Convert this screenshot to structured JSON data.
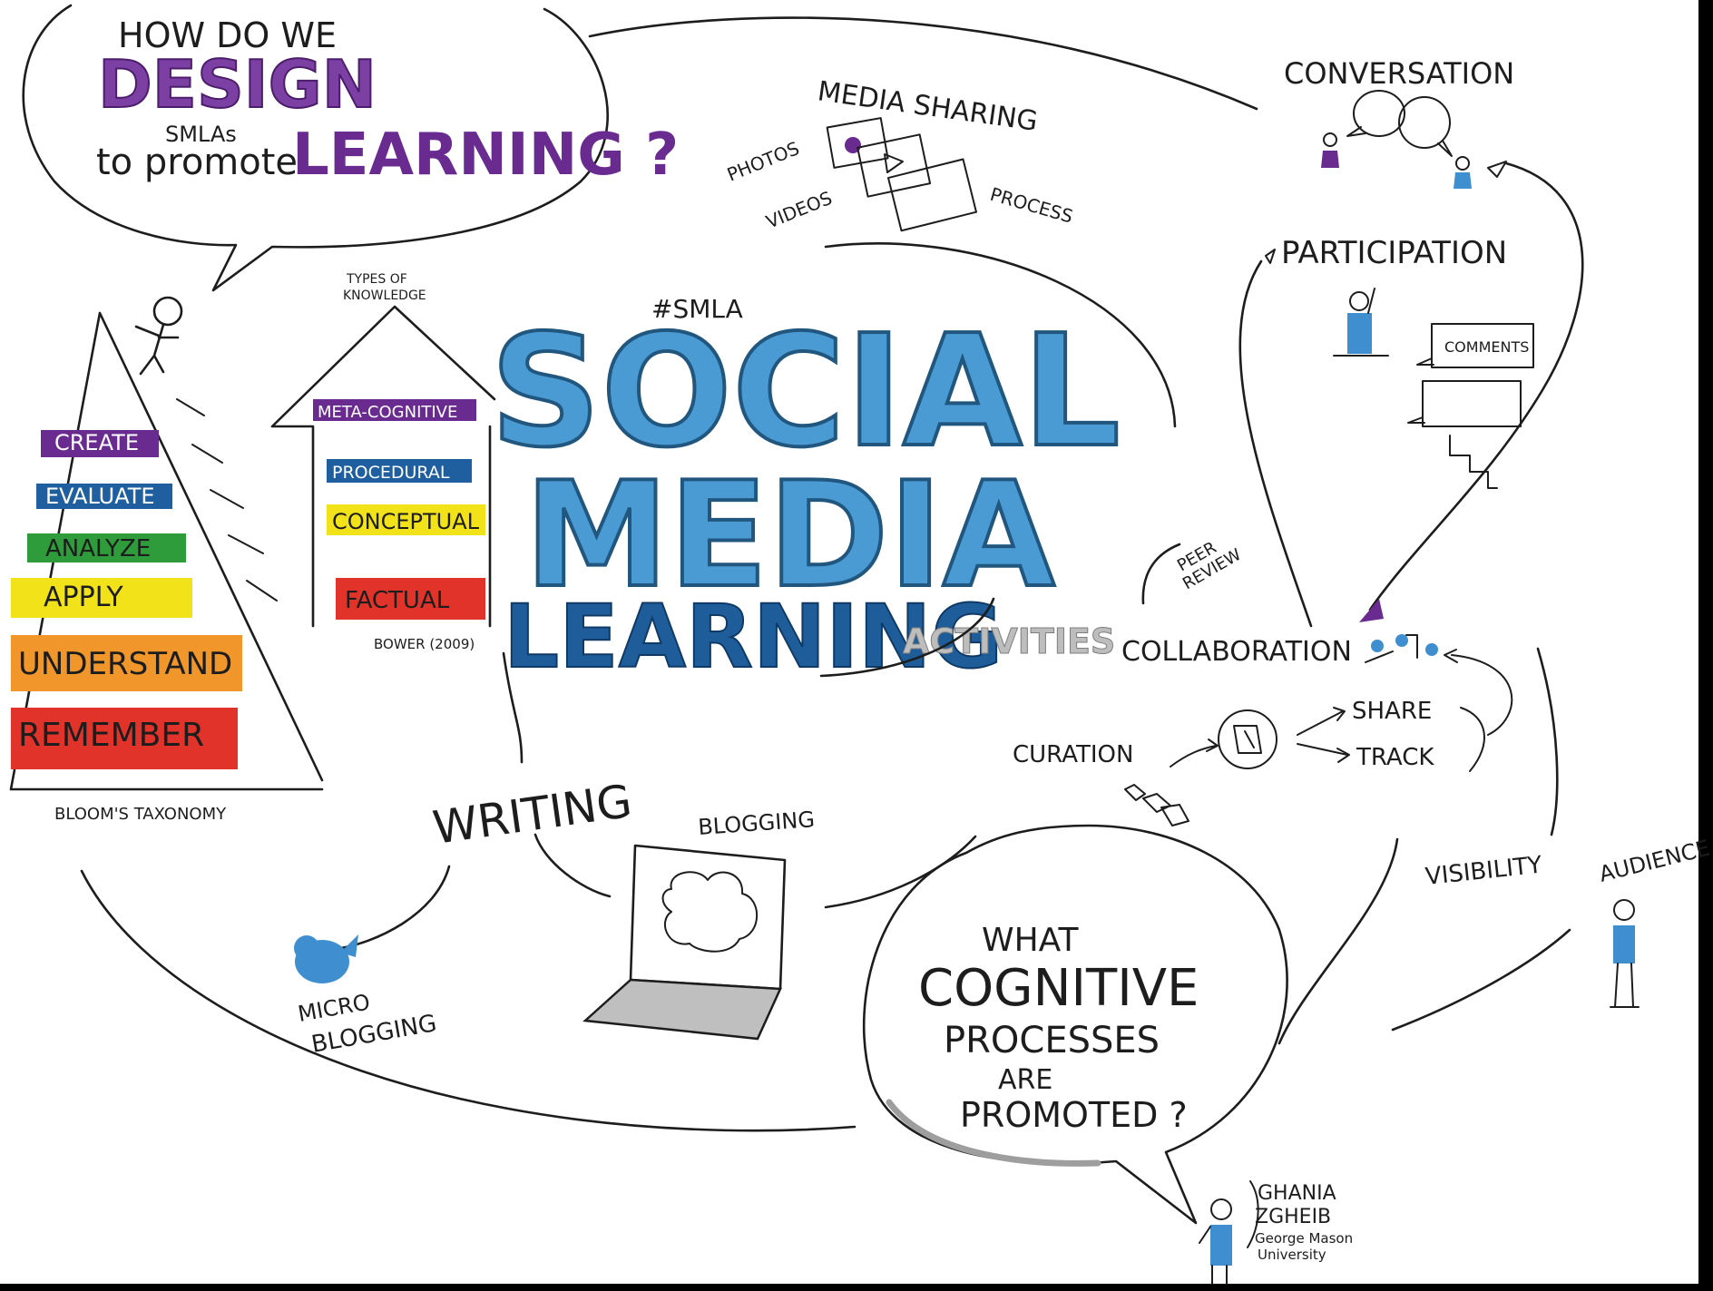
{
  "question_top": {
    "line1": "HOW DO WE",
    "design": "DESIGN",
    "smlas": "SMLAs",
    "to_promote": "to promote",
    "learning": "LEARNING ?"
  },
  "title": {
    "hashtag": "#SMLA",
    "social": "SOCIAL",
    "media": "MEDIA",
    "learning": "LEARNING",
    "activities": "ACTIVITIES"
  },
  "blooms": {
    "caption": "BLOOM'S TAXONOMY",
    "levels": [
      {
        "label": "CREATE",
        "color": "#6a2b91"
      },
      {
        "label": "EVALUATE",
        "color": "#1f5fa0"
      },
      {
        "label": "ANALYZE",
        "color": "#2e9c3a"
      },
      {
        "label": "APPLY",
        "color": "#f2e21a"
      },
      {
        "label": "UNDERSTAND",
        "color": "#f0962a"
      },
      {
        "label": "REMEMBER",
        "color": "#e2332a"
      }
    ]
  },
  "knowledge": {
    "heading_1": "TYPES OF",
    "heading_2": "KNOWLEDGE",
    "caption": "BOWER (2009)",
    "types": [
      {
        "label": "META-COGNITIVE",
        "color": "#6a2b91"
      },
      {
        "label": "PROCEDURAL",
        "color": "#1f5fa0"
      },
      {
        "label": "CONCEPTUAL",
        "color": "#f2e21a"
      },
      {
        "label": "FACTUAL",
        "color": "#e2332a"
      }
    ]
  },
  "media_sharing": {
    "title": "MEDIA SHARING",
    "photos": "PHOTOS",
    "videos": "VIDEOS",
    "process": "PROCESS"
  },
  "conversation": "CONVERSATION",
  "participation": {
    "title": "PARTICIPATION",
    "comments": "COMMENTS"
  },
  "peer_review": {
    "line1": "PEER",
    "line2": "REVIEW"
  },
  "collaboration": "COLLABORATION",
  "curation": "CURATION",
  "share": "SHARE",
  "track": "TRACK",
  "visibility": "VISIBILITY",
  "audience": "AUDIENCE",
  "writing": "WRITING",
  "blogging": "BLOGGING",
  "micro_blogging": {
    "line1": "MICRO",
    "line2": "BLOGGING"
  },
  "question_bottom": {
    "line1": "WHAT",
    "line2": "COGNITIVE",
    "line3": "PROCESSES",
    "line4": "ARE",
    "line5": "PROMOTED ?"
  },
  "author": {
    "line1": "GHANIA",
    "line2": "ZGHEIB",
    "line3": "George Mason",
    "line4": "University"
  },
  "colors": {
    "background": "#ffffff",
    "ink": "#1d1d1d",
    "social_blue": "#4a9ad3",
    "learning_blue": "#1e5d99",
    "figure_blue": "#3f8fd0",
    "purple": "#6a2b91"
  }
}
